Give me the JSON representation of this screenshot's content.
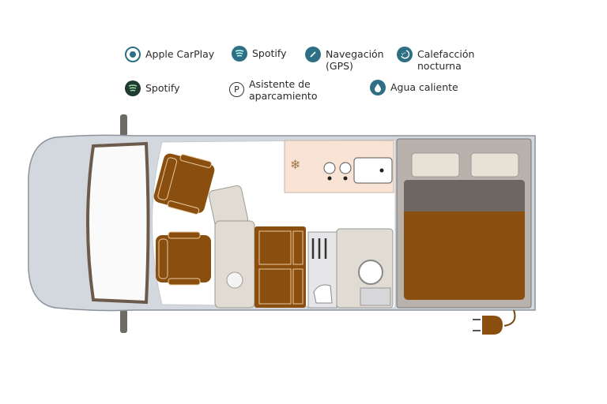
{
  "legend": [
    {
      "label": "Apple CarPlay",
      "icon": "carplay-icon"
    },
    {
      "label": "Spotify",
      "icon": "spotify-icon"
    },
    {
      "label": "Navegación",
      "label2": "(GPS)",
      "icon": "compass-icon"
    },
    {
      "label": "Calefacción",
      "label2": "nocturna",
      "icon": "night-heating-icon"
    },
    {
      "label": "Spotify",
      "icon": "spotify-icon"
    },
    {
      "label": "Asistente de",
      "label2": "aparcamiento",
      "icon": "parking-icon"
    },
    {
      "label": "Agua caliente",
      "icon": "water-drop-icon"
    }
  ],
  "colors": {
    "icon_teal": "#2f6f86",
    "icon_dark": "#1f3b2f",
    "brown": "#8a4f0f",
    "beige": "#e1dcd3",
    "kitchen": "#f8e3d4",
    "bed_frame": "#b8b1ac"
  }
}
